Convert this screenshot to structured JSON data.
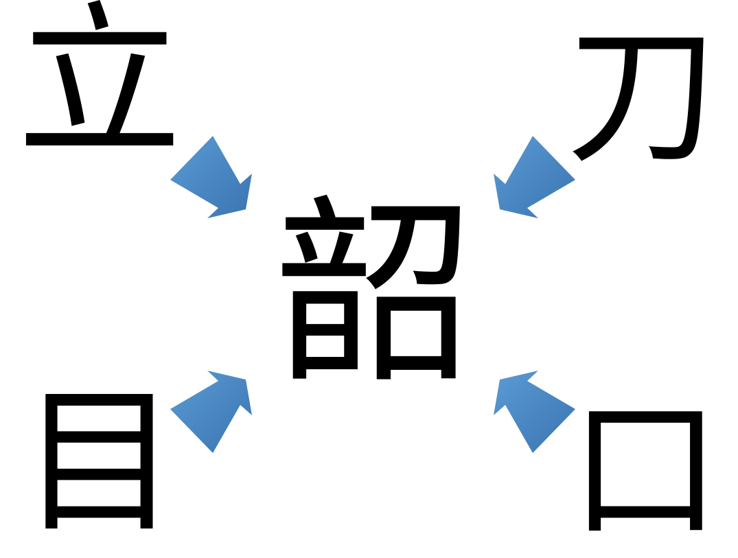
{
  "diagram": {
    "result_character": "韶",
    "components": {
      "top_left": "立",
      "top_right": "刀",
      "bottom_left": "目",
      "bottom_right": "口"
    },
    "arrow_color": "#3f7fbf",
    "arrow_color_light": "#5b9bd5"
  }
}
